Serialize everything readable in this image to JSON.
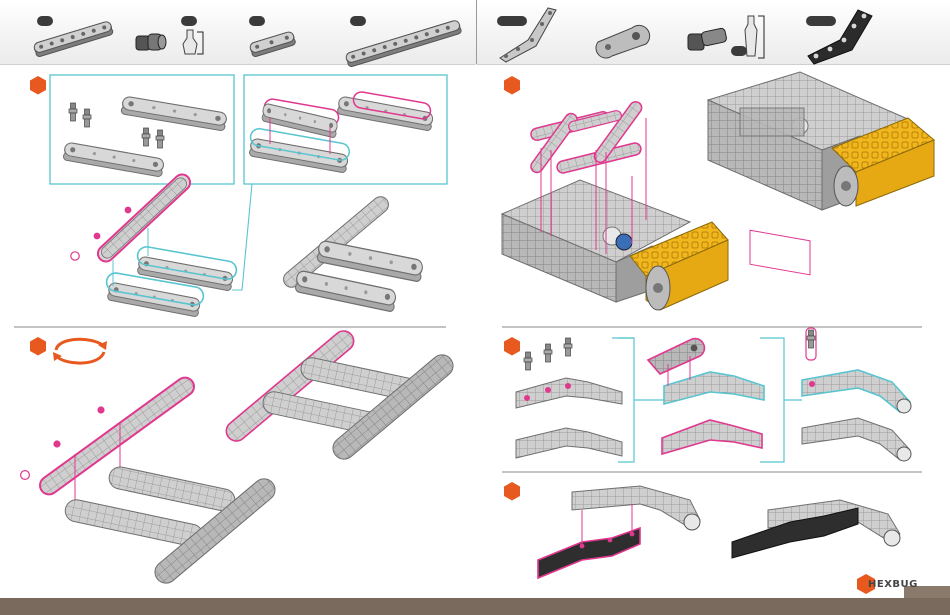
{
  "brand": {
    "logo_text": "HEXBUG",
    "logo_hex_text": "HEX",
    "logo_tail_text": "BUG"
  },
  "colors": {
    "accent_orange": "#e8591f",
    "highlight_pink": "#e0388f",
    "highlight_cyan": "#58c5d0",
    "part_gray": "#bdbdbd",
    "motor_yellow": "#f2b71d",
    "footer": "#7a6a5d"
  },
  "parts_bar": {
    "left_group": [
      "beam-7-hole",
      "connector-pin",
      "axle-clip",
      "beam-3-hole",
      "beam-11-hole"
    ],
    "right_group": [
      "angled-beam",
      "round-link",
      "axle-with-clip",
      "angled-beam-dark"
    ]
  },
  "steps": [
    {
      "id": "step-a",
      "icons": [
        "rotate-arrows-icon"
      ]
    },
    {
      "id": "step-b"
    },
    {
      "id": "step-c"
    },
    {
      "id": "step-d"
    },
    {
      "id": "step-e"
    }
  ]
}
